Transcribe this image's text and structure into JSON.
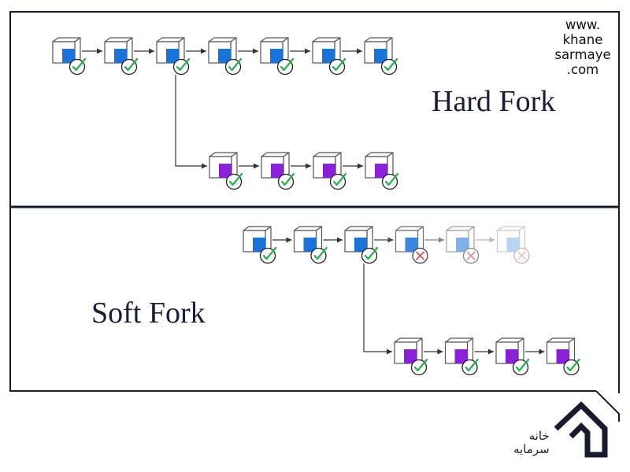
{
  "hard_fork": {
    "title": "Hard Fork",
    "main_chain": [
      {
        "status": "valid"
      },
      {
        "status": "valid"
      },
      {
        "status": "valid"
      },
      {
        "status": "valid"
      },
      {
        "status": "valid"
      },
      {
        "status": "valid"
      },
      {
        "status": "valid"
      }
    ],
    "branch_chain": [
      {
        "status": "valid"
      },
      {
        "status": "valid"
      },
      {
        "status": "valid"
      },
      {
        "status": "valid"
      }
    ],
    "branch_from_block": 3
  },
  "soft_fork": {
    "title": "Soft Fork",
    "main_chain": [
      {
        "status": "valid"
      },
      {
        "status": "valid"
      },
      {
        "status": "valid"
      },
      {
        "status": "invalid"
      },
      {
        "status": "invalid"
      },
      {
        "status": "invalid"
      }
    ],
    "branch_chain": [
      {
        "status": "valid"
      },
      {
        "status": "valid"
      },
      {
        "status": "valid"
      },
      {
        "status": "valid"
      }
    ],
    "branch_from_block": 3
  },
  "watermark": {
    "lines": [
      "www.",
      "khane",
      "sarmaye",
      ".com"
    ]
  },
  "logo": {
    "lines": [
      "خانه",
      "سرمایه"
    ]
  },
  "colors": {
    "frame": "#1a1a2e",
    "main_block": "#1a73d9",
    "branch_block": "#8a20d8",
    "valid_check": "#22b34a",
    "invalid_cross": "#c43c3c",
    "title": "#1c1c3a"
  }
}
